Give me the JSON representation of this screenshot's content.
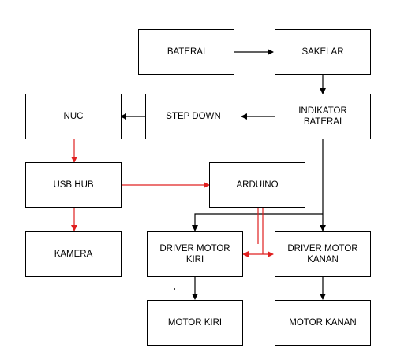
{
  "diagram": {
    "blocks": {
      "baterai": "BATERAI",
      "sakelar": "SAKELAR",
      "indikator": "INDIKATOR\nBATERAI",
      "stepdown": "STEP DOWN",
      "nuc": "NUC",
      "usbhub": "USB HUB",
      "arduino": "ARDUINO",
      "kamera": "KAMERA",
      "drv_kiri": "DRIVER MOTOR\nKIRI",
      "drv_kanan": "DRIVER MOTOR\nKANAN",
      "motor_kiri": "MOTOR KIRI",
      "motor_kanan": "MOTOR KANAN"
    },
    "colors": {
      "power_line": "#000000",
      "signal_line": "#e02020",
      "block_border": "#000000",
      "background": "#ffffff"
    }
  }
}
